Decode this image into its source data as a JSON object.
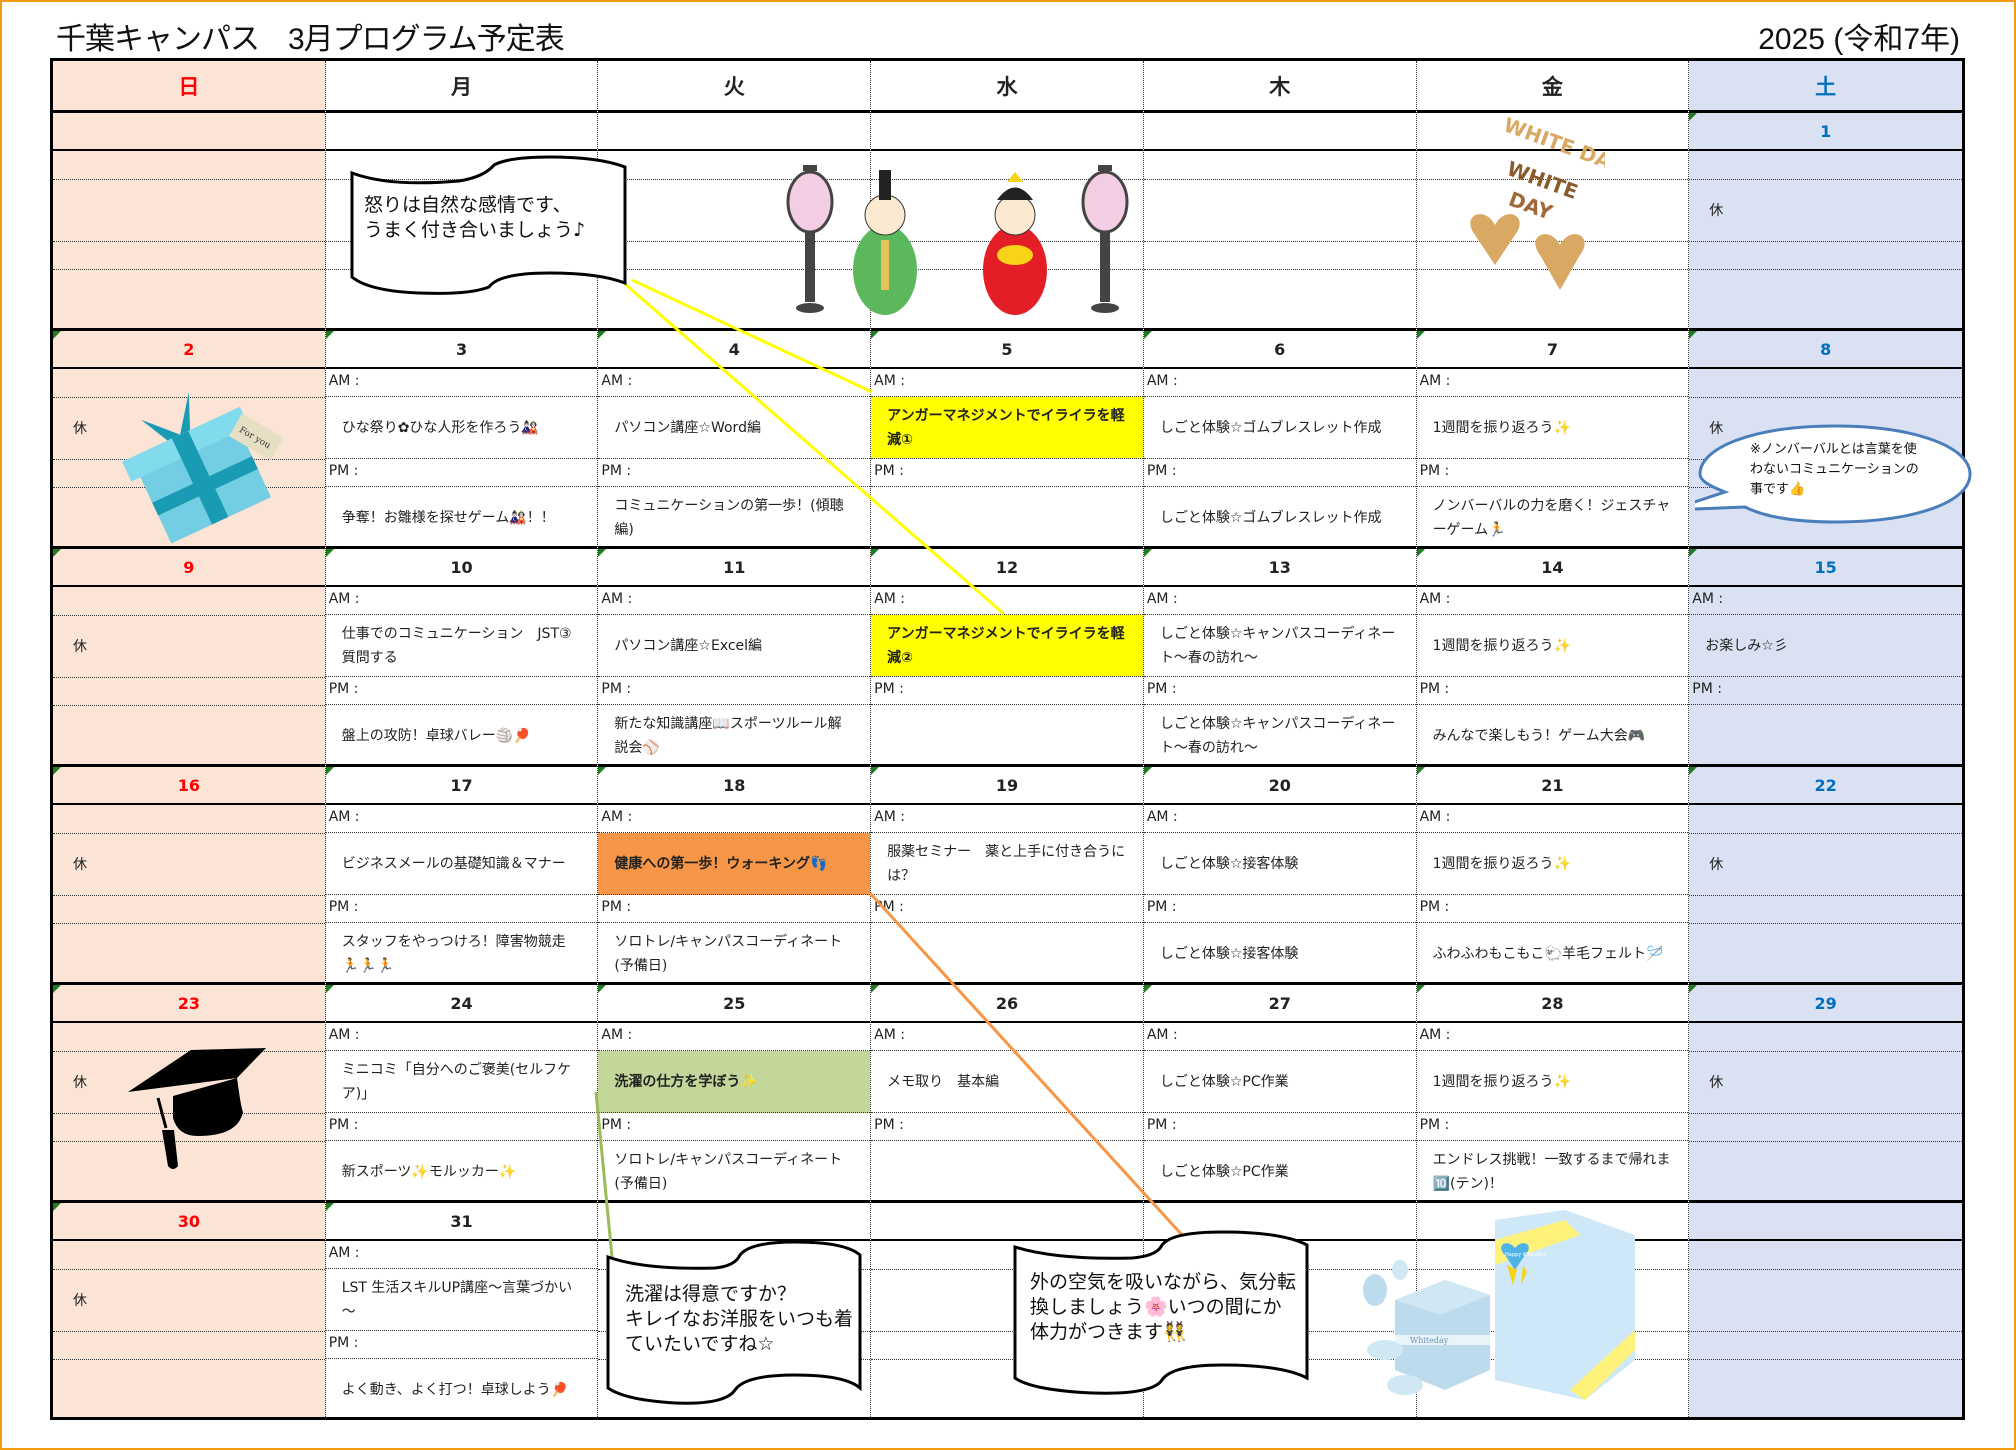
{
  "header": {
    "title": "千葉キャンパス　3月プログラム予定表",
    "year": "2025 (令和7年)"
  },
  "weekdays": [
    "日",
    "月",
    "火",
    "水",
    "木",
    "金",
    "土"
  ],
  "labels": {
    "am": "AM :",
    "pm": "PM :",
    "holiday": "休"
  },
  "colors": {
    "sunday": "#fbe3d6",
    "saturday": "#d9e1f2",
    "highlight_yellow": "#ffff00",
    "highlight_orange": "#f79646",
    "highlight_green": "#c4d79b",
    "border_accent": "#f39c12"
  },
  "weeks": [
    {
      "days": [
        {
          "date": "",
          "col": 0
        },
        {
          "date": "",
          "col": 1
        },
        {
          "date": "",
          "col": 2
        },
        {
          "date": "",
          "col": 3
        },
        {
          "date": "",
          "col": 4
        },
        {
          "date": "",
          "col": 5
        },
        {
          "date": "1",
          "col": 6,
          "holiday": true
        }
      ]
    },
    {
      "days": [
        {
          "date": "2",
          "col": 0,
          "holiday": true
        },
        {
          "date": "3",
          "col": 1,
          "am": "ひな祭り✿ひな人形を作ろう🎎",
          "pm": "争奪！お雛様を探せゲーム🎎！！"
        },
        {
          "date": "4",
          "col": 2,
          "am": "パソコン講座☆Word編",
          "pm": "コミュニケーションの第一歩！(傾聴編)"
        },
        {
          "date": "5",
          "col": 3,
          "am": "アンガーマネジメントでイライラを軽減①",
          "am_style": "yellow",
          "pm": ""
        },
        {
          "date": "6",
          "col": 4,
          "am": "しごと体験☆ゴムブレスレット作成",
          "pm": "しごと体験☆ゴムブレスレット作成"
        },
        {
          "date": "7",
          "col": 5,
          "am": "1週間を振り返ろう✨",
          "pm": "ノンバーバルの力を磨く！ジェスチャーゲーム🏃"
        },
        {
          "date": "8",
          "col": 6,
          "holiday": true,
          "no_slots": true
        }
      ]
    },
    {
      "days": [
        {
          "date": "9",
          "col": 0,
          "holiday": true
        },
        {
          "date": "10",
          "col": 1,
          "am": "仕事でのコミュニケーション　JST③質問する",
          "pm": "盤上の攻防！卓球バレー🏐🏓"
        },
        {
          "date": "11",
          "col": 2,
          "am": "パソコン講座☆Excel編",
          "pm": "新たな知識講座📖スポーツルール解説会⚾"
        },
        {
          "date": "12",
          "col": 3,
          "am": "アンガーマネジメントでイライラを軽減②",
          "am_style": "yellow",
          "pm": ""
        },
        {
          "date": "13",
          "col": 4,
          "am": "しごと体験☆キャンパスコーディネート～春の訪れ～",
          "pm": "しごと体験☆キャンパスコーディネート～春の訪れ～"
        },
        {
          "date": "14",
          "col": 5,
          "am": "1週間を振り返ろう✨",
          "pm": "みんなで楽しもう！ゲーム大会🎮"
        },
        {
          "date": "15",
          "col": 6,
          "am": "お楽しみ☆彡",
          "pm": ""
        }
      ]
    },
    {
      "days": [
        {
          "date": "16",
          "col": 0,
          "holiday": true
        },
        {
          "date": "17",
          "col": 1,
          "am": "ビジネスメールの基礎知識＆マナー",
          "pm": "スタッフをやっつけろ！障害物競走🏃🏃🏃"
        },
        {
          "date": "18",
          "col": 2,
          "am": "健康への第一歩！ウォーキング👣",
          "am_style": "orange",
          "pm": "ソロトレ/キャンパスコーディネート(予備日)"
        },
        {
          "date": "19",
          "col": 3,
          "am": "服薬セミナー　薬と上手に付き合うには？",
          "pm": ""
        },
        {
          "date": "20",
          "col": 4,
          "am": "しごと体験☆接客体験",
          "pm": "しごと体験☆接客体験"
        },
        {
          "date": "21",
          "col": 5,
          "am": "1週間を振り返ろう✨",
          "pm": "ふわふわもこもこ🐑羊毛フェルト🪡"
        },
        {
          "date": "22",
          "col": 6,
          "holiday": true,
          "no_slots": true
        }
      ]
    },
    {
      "days": [
        {
          "date": "23",
          "col": 0,
          "holiday": true
        },
        {
          "date": "24",
          "col": 1,
          "am": "ミニコミ「自分へのご褒美(セルフケア)」",
          "pm": "新スポーツ✨モルッカー✨"
        },
        {
          "date": "25",
          "col": 2,
          "am": "洗濯の仕方を学ぼう✨",
          "am_style": "green",
          "pm": "ソロトレ/キャンパスコーディネート(予備日)"
        },
        {
          "date": "26",
          "col": 3,
          "am": "メモ取り　基本編",
          "pm": ""
        },
        {
          "date": "27",
          "col": 4,
          "am": "しごと体験☆PC作業",
          "pm": "しごと体験☆PC作業"
        },
        {
          "date": "28",
          "col": 5,
          "am": "1週間を振り返ろう✨",
          "pm": "エンドレス挑戦！一致するまで帰れま🔟(テン)！"
        },
        {
          "date": "29",
          "col": 6,
          "holiday": true,
          "no_slots": true
        }
      ]
    },
    {
      "days": [
        {
          "date": "30",
          "col": 0,
          "holiday": true
        },
        {
          "date": "31",
          "col": 1,
          "am": "LST 生活スキルUP講座～言葉づかい～",
          "pm": "よく動き、よく打つ！卓球しよう🏓"
        },
        {
          "date": "",
          "col": 2
        },
        {
          "date": "",
          "col": 3
        },
        {
          "date": "",
          "col": 4
        },
        {
          "date": "",
          "col": 5
        },
        {
          "date": "",
          "col": 6
        }
      ]
    }
  ],
  "callouts": {
    "anger": "怒りは自然な感情です、\nうまく付き合いましょう♪",
    "nonverbal": "※ノンバーバルとは言葉を使わないコミュニケーションの事です👍",
    "laundry": "洗濯は得意ですか？\nキレイなお洋服をいつも着ていたいですね☆",
    "walking": "外の空気を吸いながら、気分転換しましょう🌸いつの間にか体力がつきます👯"
  },
  "decorations": {
    "hina_dolls": "hina-dolls-illustration",
    "white_day_cookies": "WHITE DAY",
    "gift_tag": "For you",
    "gift_box_label": "Whiteday",
    "heart_badge": "Happy Whiteday"
  }
}
